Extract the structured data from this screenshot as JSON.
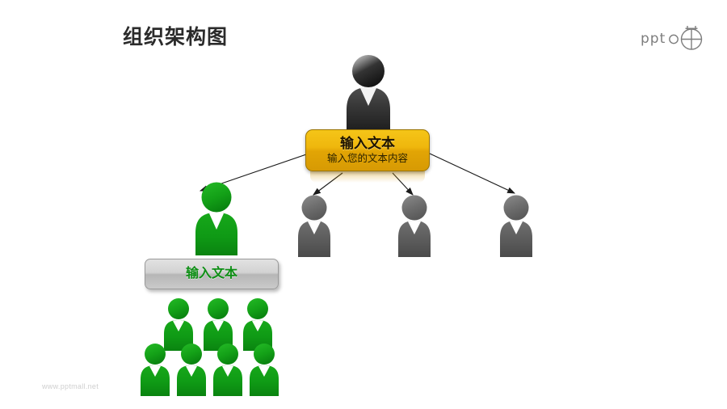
{
  "header": {
    "title": "组织架构图",
    "logo_text": "ppt",
    "logo_icon": "globe-crosshair-icon"
  },
  "footer": {
    "watermark": "www.pptmall.net"
  },
  "colors": {
    "accent_yellow": "#e2a505",
    "accent_green": "#0d8f14",
    "figure_black": "#2b2b2b",
    "figure_gray": "#5f5f5f",
    "figure_green": "#0f9a15",
    "box_gray": "#d2d2d2",
    "title_color": "#2b2b2b",
    "watermark_color": "#cfcfcf"
  },
  "chart_data": {
    "type": "diagram",
    "title": "组织架构图",
    "nodes": [
      {
        "id": "root",
        "level": 1,
        "figure_color": "black",
        "label_main": "输入文本",
        "label_sub": "输入您的文本内容"
      },
      {
        "id": "branch-1",
        "level": 2,
        "figure_color": "green",
        "label_main": "输入文本",
        "label_sub": ""
      },
      {
        "id": "branch-2",
        "level": 2,
        "figure_color": "gray",
        "label_main": "",
        "label_sub": ""
      },
      {
        "id": "branch-3",
        "level": 2,
        "figure_color": "gray",
        "label_main": "",
        "label_sub": ""
      },
      {
        "id": "branch-4",
        "level": 2,
        "figure_color": "gray",
        "label_main": "",
        "label_sub": ""
      }
    ],
    "leaf_group": {
      "parent": "branch-1",
      "figure_color": "green",
      "rows": [
        3,
        4
      ],
      "total": 7
    },
    "edges": [
      {
        "from": "root",
        "to": "branch-1"
      },
      {
        "from": "root",
        "to": "branch-2"
      },
      {
        "from": "root",
        "to": "branch-3"
      },
      {
        "from": "root",
        "to": "branch-4"
      }
    ]
  },
  "diagram": {
    "root": {
      "label_main": "输入文本",
      "label_sub": "输入您的文本内容"
    },
    "branch": {
      "label_main": "输入文本"
    }
  }
}
